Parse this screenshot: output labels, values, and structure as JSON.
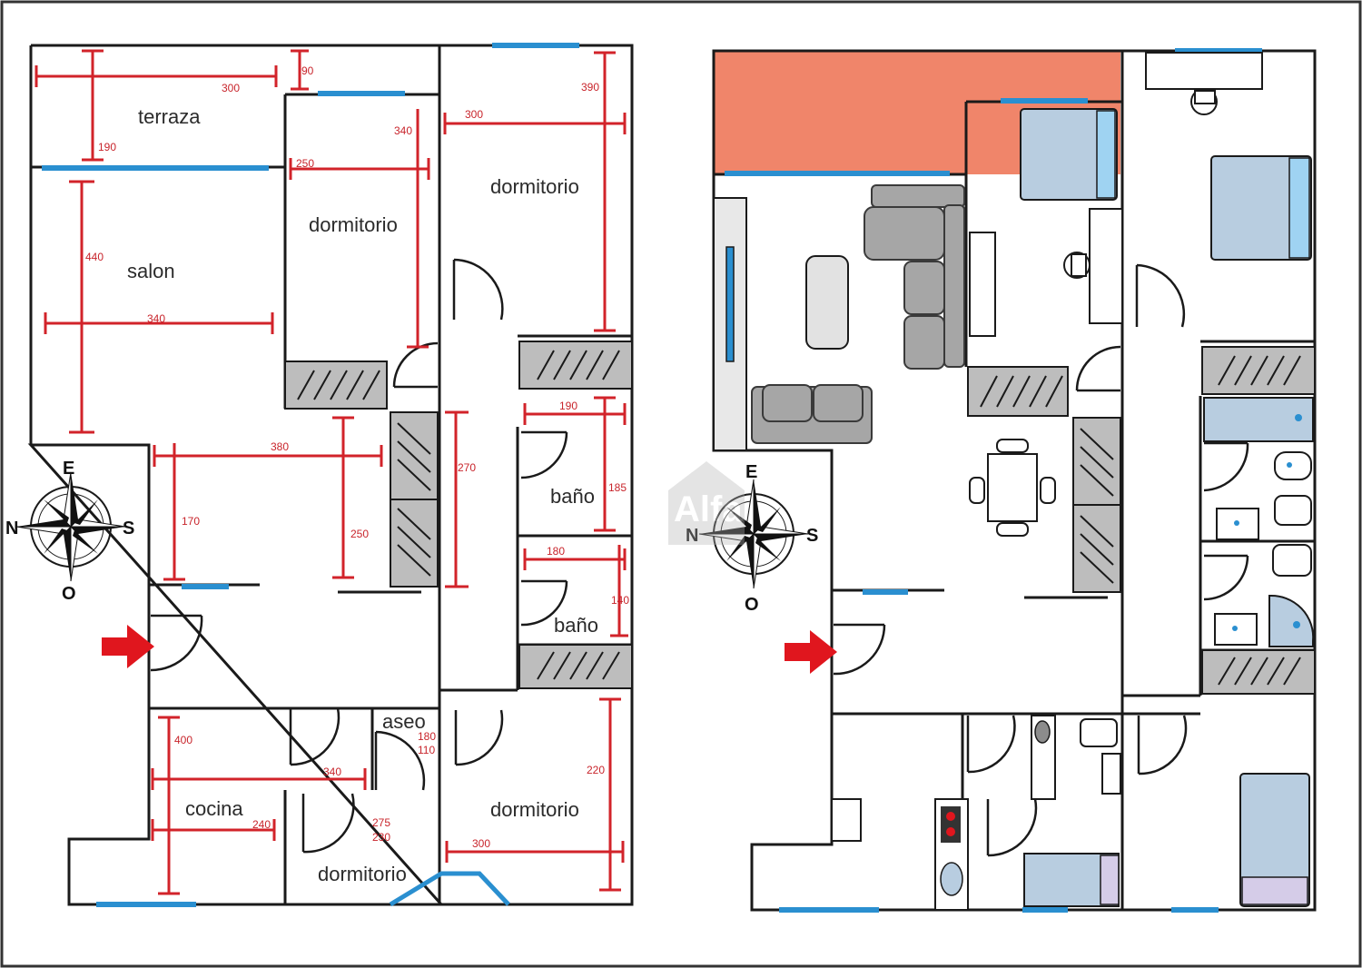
{
  "plan_original": {
    "rooms": {
      "terraza": "terraza",
      "salon": "salon",
      "dormitorio_1": "dormitorio",
      "dormitorio_2": "dormitorio",
      "dormitorio_3": "dormitorio",
      "dormitorio_4": "dormitorio",
      "bano_1": "baño",
      "bano_2": "baño",
      "aseo": "aseo",
      "cocina": "cocina"
    },
    "dimensions": {
      "terraza_w": "300",
      "terraza_h": "190",
      "small": "90",
      "d1_h": "340",
      "d1_w": "250",
      "d2_w": "300",
      "d2_h": "390",
      "salon_h": "440",
      "salon_w": "340",
      "hall_w": "380",
      "hall_h": "170",
      "hall_h2": "250",
      "corridor": "270",
      "bano1_w": "190",
      "bano1_h": "185",
      "bano2_w": "180",
      "bano2_h": "140",
      "aseo_1": "180",
      "aseo_2": "110",
      "cocina_h": "400",
      "cocina_w": "340",
      "cocina_w2": "240",
      "d3_1": "275",
      "d3_2": "230",
      "d4_h": "220",
      "d4_w": "300"
    },
    "compass": {
      "north": "N",
      "east": "E",
      "south": "S",
      "west": "O"
    }
  },
  "plan_furnished": {
    "compass": {
      "north": "N",
      "east": "E",
      "south": "S",
      "west": "O"
    }
  },
  "watermark": "Alfa",
  "colors": {
    "wall": "#1a1a1a",
    "window": "#2a8fd0",
    "dimension": "#d2232a",
    "terrace_fill": "#f0856a",
    "furniture_grey": "#a6a6a6",
    "bed_blue": "#b8cde0",
    "closet_grey": "#bdbdbd"
  }
}
